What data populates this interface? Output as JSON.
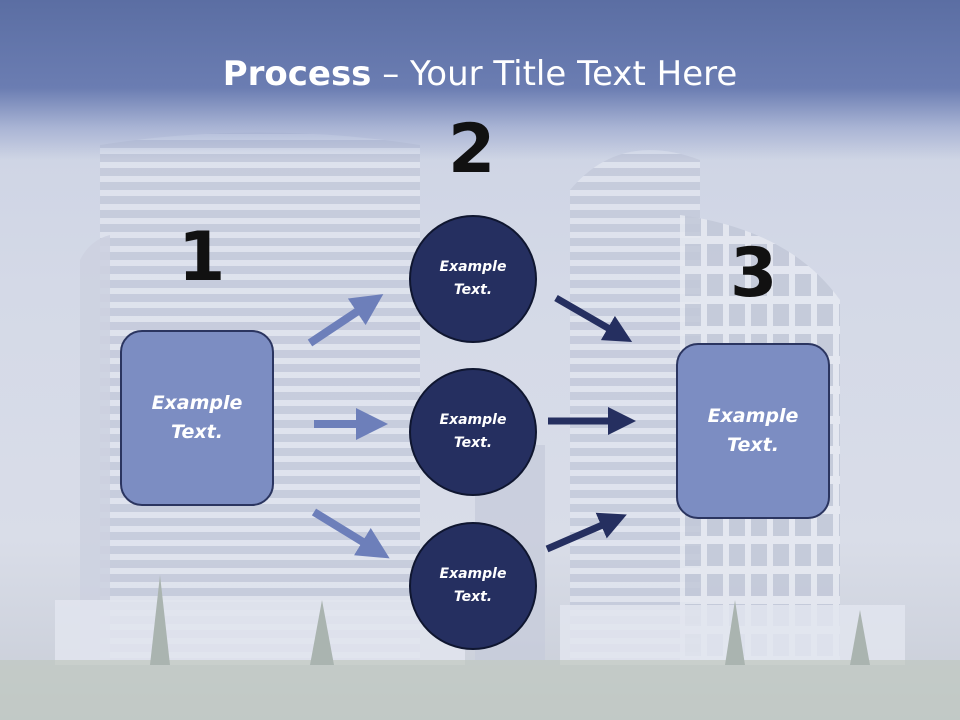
{
  "slide": {
    "title_bold": "Process",
    "title_rest": " – Your Title Text Here",
    "step_numbers": [
      "1",
      "2",
      "3"
    ],
    "left_box": "Example\nText.",
    "circles": [
      "Example\nText.",
      "Example\nText.",
      "Example\nText."
    ],
    "right_box": "Example\nText."
  },
  "colors": {
    "title_band": "#5b6ea3",
    "box_fill": "#7c8dc2",
    "circle_fill": "#252f60",
    "arrow_light": "#6d7fba",
    "arrow_dark": "#252f60"
  }
}
